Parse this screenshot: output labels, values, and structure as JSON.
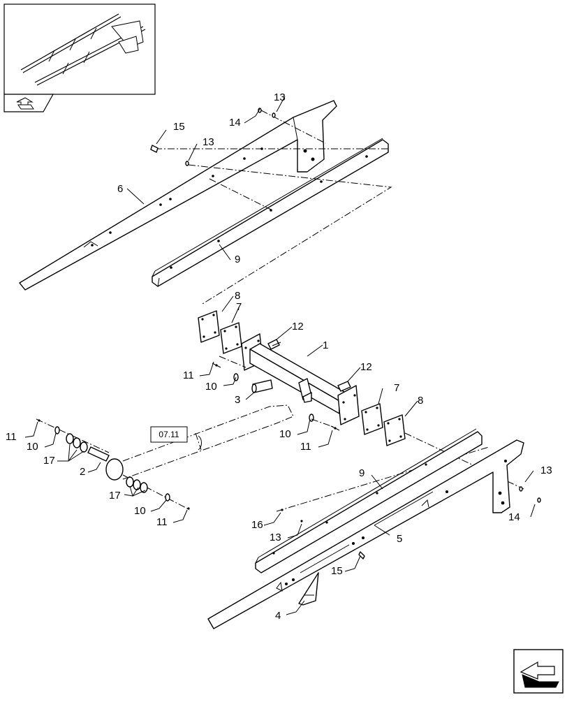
{
  "thumbnail": {
    "icon": "assembly-thumbnail-icon"
  },
  "nav": {
    "prev_icon": "page-back-icon",
    "next_icon": "page-forward-icon"
  },
  "reference": {
    "label": "07.11"
  },
  "callouts": {
    "c1": "1",
    "c2": "2",
    "c3": "3",
    "c4": "4",
    "c5": "5",
    "c6": "6",
    "c7a": "7",
    "c7b": "7",
    "c8a": "8",
    "c8b": "8",
    "c9a": "9",
    "c9b": "9",
    "c10a": "10",
    "c10b": "10",
    "c10c": "10",
    "c10d": "10",
    "c11a": "11",
    "c11b": "11",
    "c11c": "11",
    "c11d": "11",
    "c12a": "12",
    "c12b": "12",
    "c13a": "13",
    "c13b": "13",
    "c13c": "13",
    "c13d": "13",
    "c14a": "14",
    "c14b": "14",
    "c15a": "15",
    "c15b": "15",
    "c16": "16",
    "c17a": "17",
    "c17b": "17"
  }
}
